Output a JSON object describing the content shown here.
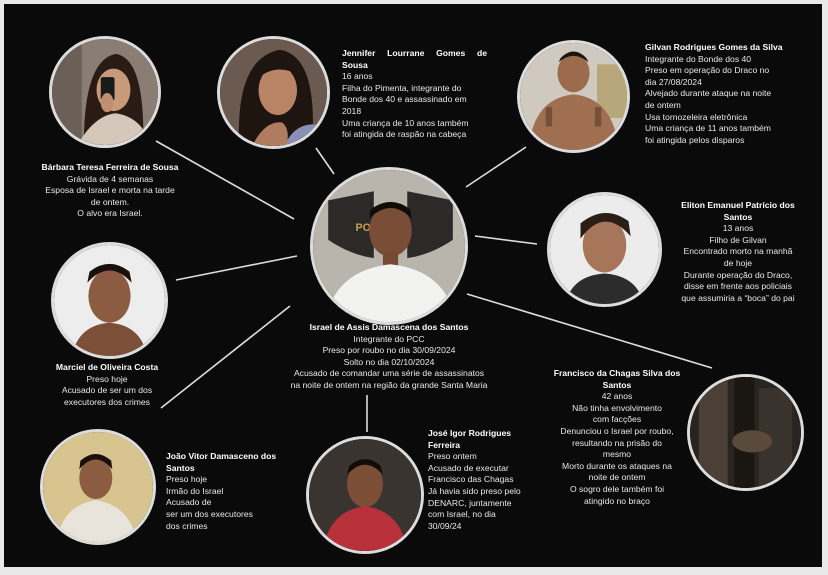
{
  "people": {
    "barbara": {
      "name": "Bárbara Teresa Ferreira de Sousa",
      "lines": [
        "Grávida de 4 semanas",
        "Esposa de Israel e morta na tarde",
        "de ontem.",
        "O alvo era Israel."
      ]
    },
    "jennifer": {
      "name": "Jennifer Lourrane Gomes de Sousa",
      "lines": [
        "16 anos",
        "Filha do Pimenta, integrante do",
        "Bonde dos 40 e assassinado em",
        "2018",
        "Uma criança de 10 anos também",
        "foi atingida de raspão na cabeça"
      ]
    },
    "gilvan": {
      "name": "Gilvan Rodrigues Gomes da Silva",
      "lines": [
        "Integrante do Bonde dos 40",
        "Preso em operação do Draco no",
        "dia 27/08/2024",
        "Alvejado durante ataque na noite",
        "de ontem",
        "Usa tornozeleira eletrônica",
        "Uma criança de 11 anos também",
        "foi atingida pelos disparos"
      ]
    },
    "eliton": {
      "name": "Eliton Emanuel Patrício dos Santos",
      "lines": [
        "13 anos",
        "Filho de Gilvan",
        "Encontrado morto na manhã",
        "de hoje",
        "Durante operação do Draco,",
        "disse em frente aos policiais",
        "que assumiria a “boca” do pai"
      ]
    },
    "israel": {
      "name": "Israel de Assis Damascena dos Santos",
      "lines": [
        "Integrante do PCC",
        "Preso por roubo no dia 30/09/2024",
        "Solto no dia 02/10/2024",
        "Acusado de comandar uma série de assassinatos",
        "na noite de ontem na região da grande Santa Maria"
      ]
    },
    "marciel": {
      "name": "Marciel de Oliveira Costa",
      "lines": [
        "Preso hoje",
        "Acusado de ser um dos",
        "executores dos crimes"
      ]
    },
    "joao": {
      "name": "João Vitor Damasceno dos Santos",
      "lines": [
        "Preso hoje",
        "Irmão do Israel",
        "Acusado de",
        "ser um dos executores",
        "dos crimes"
      ]
    },
    "jose": {
      "name": "José Igor Rodrigues Ferreira",
      "lines": [
        "Preso ontem",
        "Acusado de executar",
        "Francisco das Chagas",
        "Já havia sido preso pelo",
        "DENARC, juntamente",
        "com Israel, no dia",
        "30/09/24"
      ]
    },
    "francisco": {
      "name": "Francisco da Chagas Silva dos Santos",
      "lines": [
        "42 anos",
        "Não tinha envolvimento",
        "com facções",
        "Denunciou o Israel por roubo,",
        "resultando na prisão do",
        "mesmo",
        "Morto durante os ataques na",
        "noite de ontem",
        "O sogro dele também foi",
        "atingido no braço"
      ]
    }
  },
  "badge_text": "POLÍCIA",
  "colors": {
    "background": "#0a0a0a",
    "frame": "#e9e9e9",
    "text": "#e8e8e8",
    "line": "#dddddd"
  }
}
